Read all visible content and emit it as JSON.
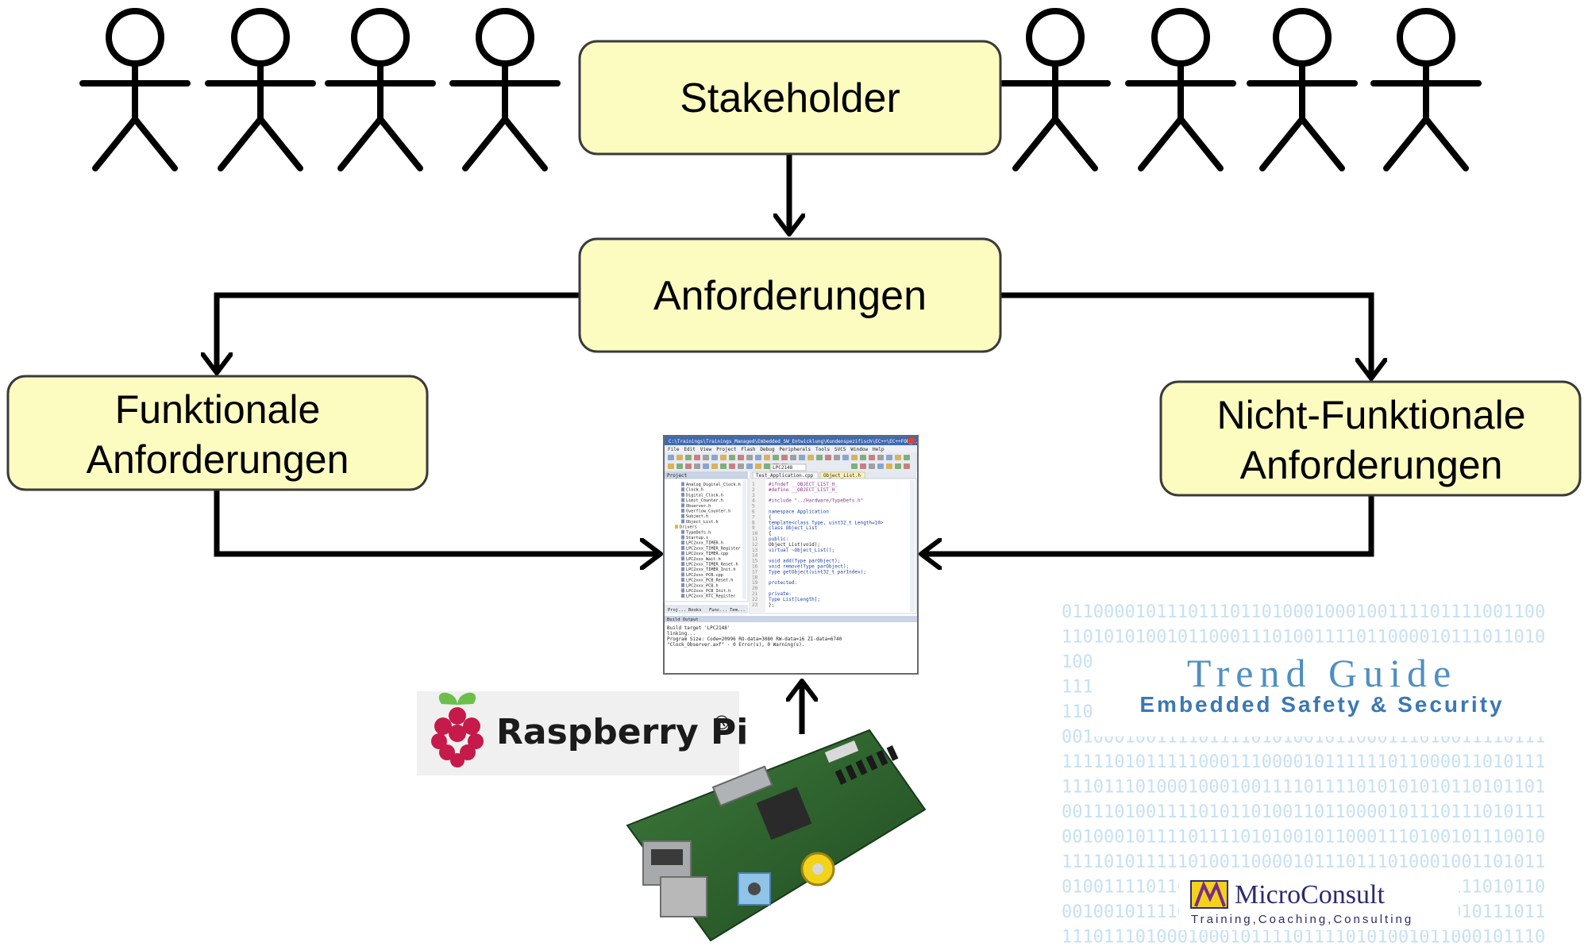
{
  "nodes": {
    "stakeholder": {
      "label": "Stakeholder"
    },
    "anforderungen": {
      "label": "Anforderungen"
    },
    "funktionale": {
      "line1": "Funktionale",
      "line2": "Anforderungen"
    },
    "nicht_funktionale": {
      "line1": "Nicht-Funktionale",
      "line2": "Anforderungen"
    }
  },
  "logos": {
    "raspberry_pi": {
      "text": "Raspberry Pi",
      "mark": "®"
    },
    "trend_guide": {
      "title": "Trend Guide",
      "subtitle": "Embedded Safety & Security"
    },
    "microconsult": {
      "name": "MicroConsult",
      "tagline": "Training,Coaching,Consulting"
    }
  },
  "binary_background": [
    "0110000101110111011010001000100111101111001100",
    "1101010100101100011101001111011000010111011010",
    "1001000111101011010010110001110100111100101011",
    "1110100101011110110001011100011110101101110010",
    "1101001111101100011101000101110111011000101010",
    "0010001001111011110101001011000111010011110111",
    "1111101011111000111000010111111011000011010111",
    "1110111010001000100111101111010101010110101101",
    "0011101001111010110100110110000101110111010111",
    "0010001011110111101010010110001110100101110010",
    "1111010111110100110000101110111010001001101011",
    "0100111101101111011010001011101010101111010110",
    "0010010111101100011110110101101011000010111011",
    "1110111010001000101111011110101001011000101110"
  ],
  "ide": {
    "title": "C:\\Trainings\\Trainings_Managed\\Embedded_SW_Entwicklung\\Kundenspezifisch\\EC++\\EC++FOR_C...",
    "menu": [
      "File",
      "Edit",
      "View",
      "Project",
      "Flash",
      "Debug",
      "Peripherals",
      "Tools",
      "SVCS",
      "Window",
      "Help"
    ],
    "target": "LPC2148",
    "project_pane_title": "Project",
    "tabs": [
      "Test_Application.cpp",
      "Object_List.h"
    ],
    "files": [
      "Analog_Digital_Clock.h",
      "Clock.h",
      "Digital_Clock.h",
      "Limit_Counter.h",
      "Observer.h",
      "Overflow_Counter.h",
      "Subject.h",
      "Object_List.h",
      "Drivers",
      "TypeDefs.h",
      "Startup.s",
      "LPC2xxx_TIMER.h",
      "LPC2xxx_TIMER_Register",
      "LPC2xxx_TIMER.cpp",
      "LPC2xxx_Wait.h",
      "LPC2xxx_TIMER_Reset.h",
      "LPC2xxx_TIMER_Init.h",
      "LPC2xxx_PCB.cpp",
      "LPC2xxx_PCB_Reset.h",
      "LPC2xxx_PCB.h",
      "LPC2xxx_PCB_Init.h",
      "LPC2xxx_RTC_Register"
    ],
    "bottom_tabs": [
      "Proj...",
      "Books",
      "Func...",
      "Tem..."
    ],
    "code": [
      "#ifndef __OBJECT_LIST_H_",
      "#define __OBJECT_LIST_H_",
      "",
      "#include \"../Hardware/TypeDefs.h\"",
      "",
      "namespace Application",
      "{",
      "  template<class Type, uint32_t Length=10>",
      "  class Object_List",
      "  {",
      "    public:",
      "      Object_List(void);",
      "      virtual ~Object_List();",
      "",
      "      void add(Type parObject);",
      "      void remove(Type parObject);",
      "      Type getObject(uint32_t parIndex);",
      "",
      "    protected:",
      "",
      "    private:",
      "      Type List[Length];",
      "  };"
    ],
    "output_title": "Build Output",
    "output": [
      "Build target 'LPC2148'",
      "linking...",
      "Program Size: Code=20996 RO-data=3080 RW-data=16 ZI-data=6740",
      "\"Clock_Observer.axf\" - 0 Error(s), 0 Warning(s)."
    ]
  },
  "colors": {
    "box_fill": "#fcfcc0",
    "box_stroke": "#3a3a3a",
    "arrow": "#000000",
    "binary": "#c6e0f4",
    "trend_guide": "#4f8fc4",
    "trend_subtitle": "#3a78b4",
    "microconsult_text": "#2b2b6e",
    "raspberry_red": "#c51a4a",
    "raspberry_green": "#6cc04a"
  }
}
